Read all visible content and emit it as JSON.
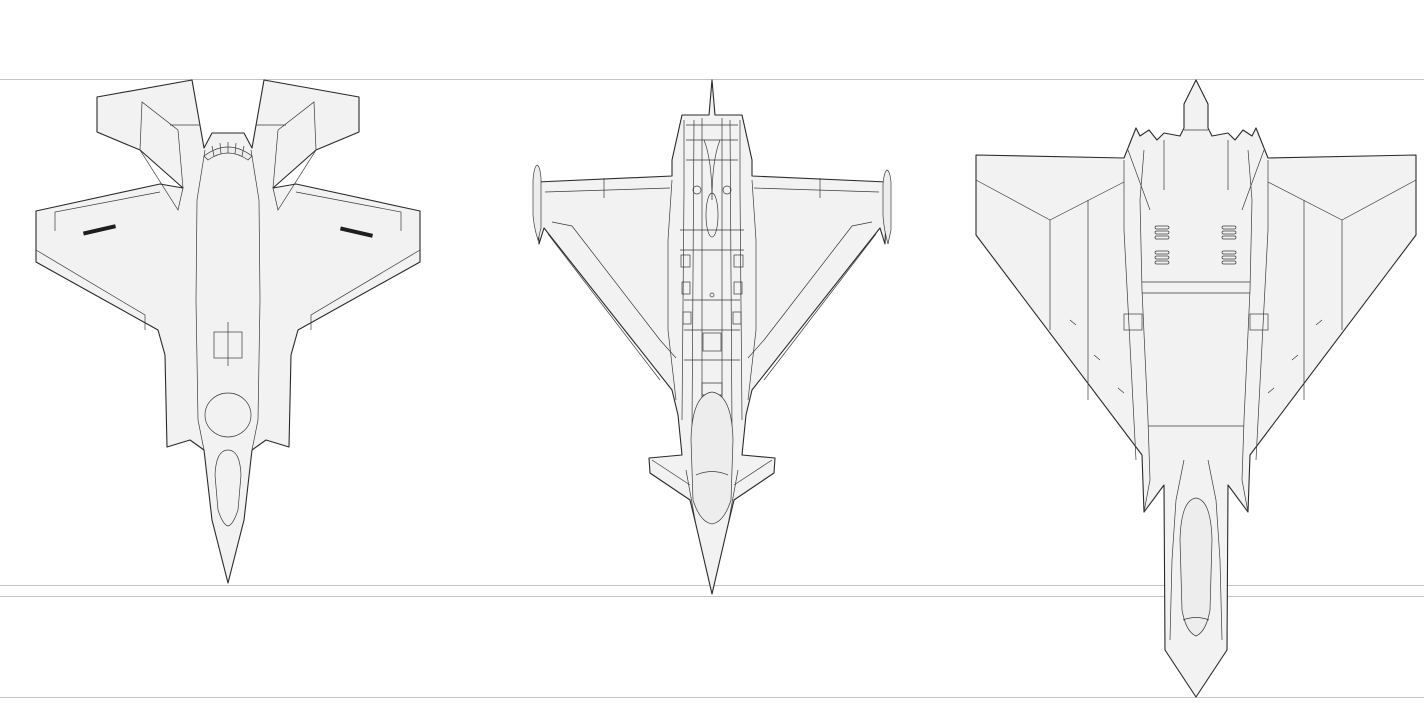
{
  "figure": {
    "background": "#ffffff",
    "aircraft_fill": "#f2f2f2",
    "outline_color": "#2a2a2a",
    "guide_line_color": "#c4c4c4",
    "aircraft": [
      {
        "id": "left-aircraft",
        "icon": "stealth-fighter-top-view"
      },
      {
        "id": "center-aircraft",
        "icon": "canard-delta-fighter-top-view"
      },
      {
        "id": "right-aircraft",
        "icon": "cranked-delta-fighter-top-view"
      }
    ]
  }
}
